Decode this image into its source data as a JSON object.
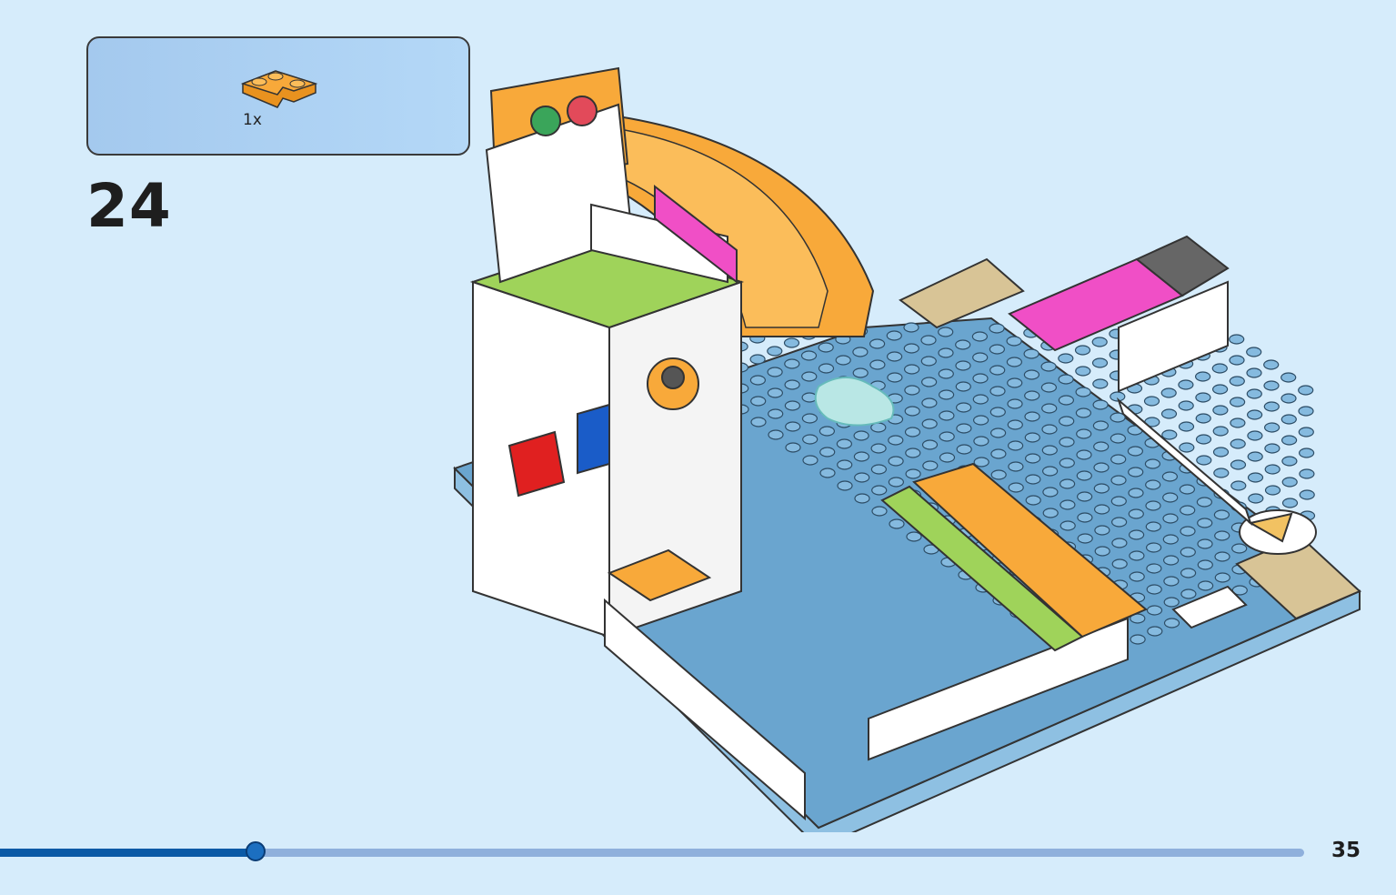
{
  "step": {
    "number": "24"
  },
  "parts": [
    {
      "quantity": "1x",
      "icon": "orange-corner-plate-icon",
      "color": "#f8a93a"
    }
  ],
  "page": {
    "number": "35"
  },
  "progress": {
    "fraction": 0.196
  },
  "colors": {
    "background": "#d6ecfb",
    "baseplate_blue": "#6aa5cf",
    "lime": "#9fd35a",
    "orange": "#f8a93a",
    "magenta": "#f04fc6",
    "tan": "#d8c496",
    "white": "#ffffff",
    "accent_progress": "#0b5aa6"
  }
}
